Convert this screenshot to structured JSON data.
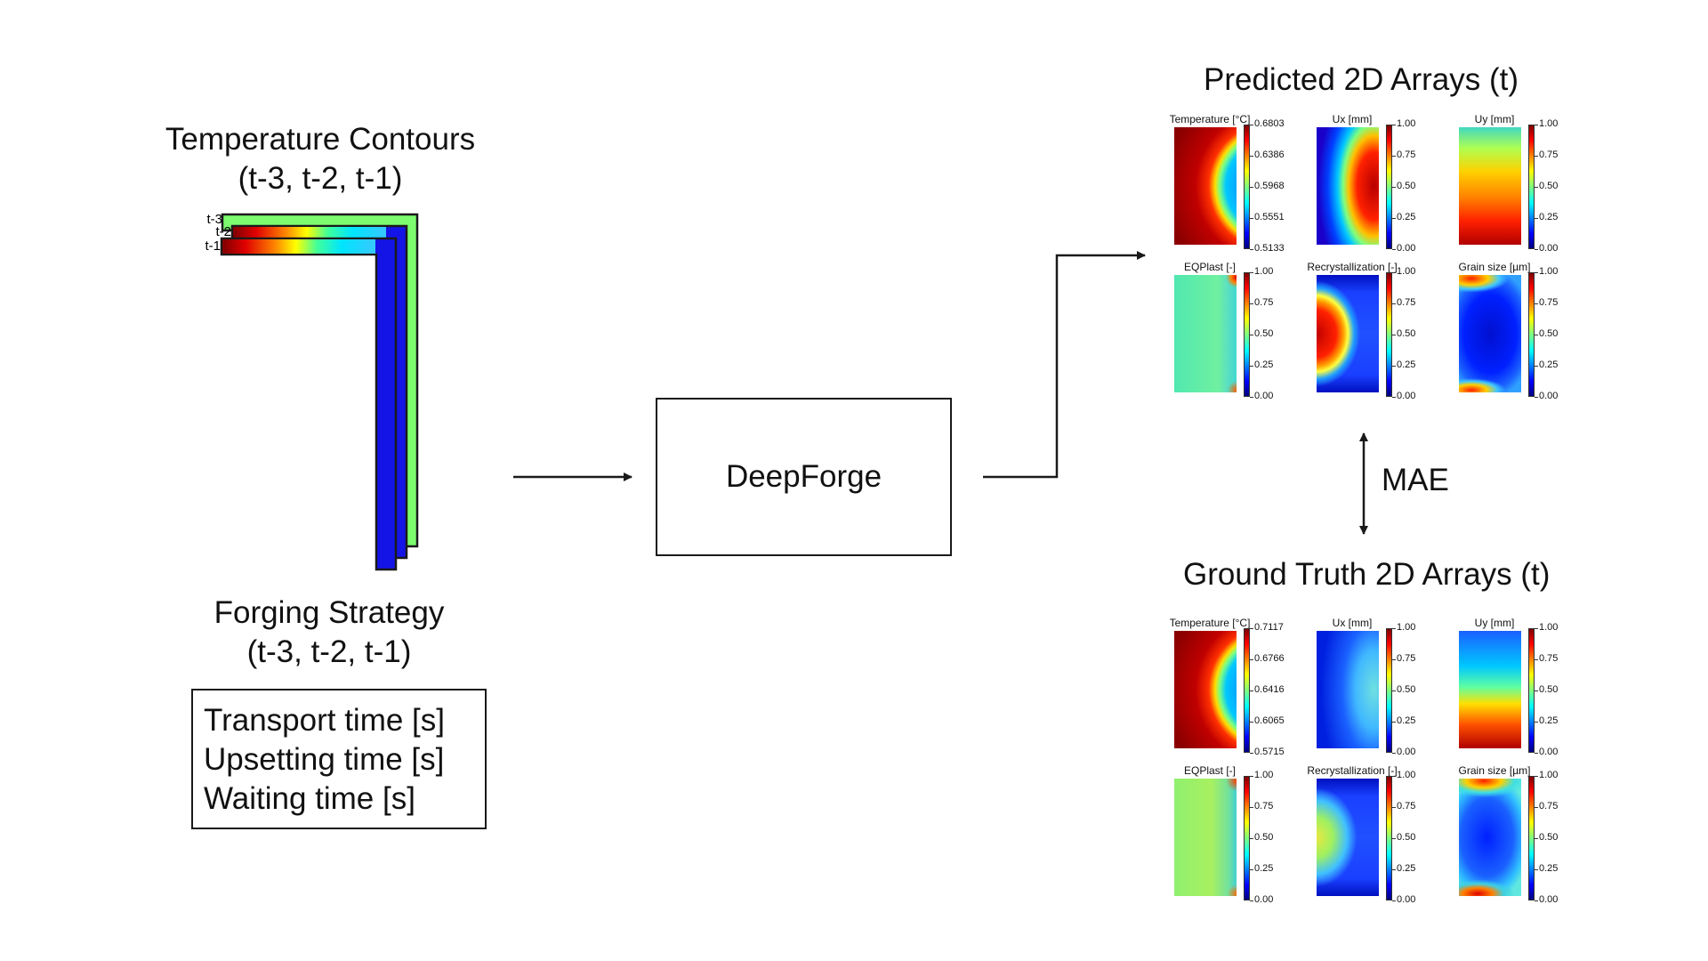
{
  "input": {
    "temp_title_line1": "Temperature Contours",
    "temp_title_line2": "(t-3, t-2, t-1)",
    "layer_labels": [
      "t-3",
      "t-2",
      "t-1"
    ],
    "forging_title_line1": "Forging Strategy",
    "forging_title_line2": "(t-3, t-2, t-1)",
    "forging_params": [
      "Transport time [s]",
      "Upsetting time [s]",
      "Waiting time [s]"
    ]
  },
  "model": {
    "label": "DeepForge"
  },
  "comparison": {
    "label": "MAE"
  },
  "colors": {
    "stroke": "#1a1a1a",
    "green_layer": "#7cfc6e",
    "blue_edge": "#1414e6"
  },
  "predicted": {
    "title": "Predicted 2D Arrays (t)",
    "panels": [
      {
        "title": "Temperature [°C]",
        "ticks": [
          "0.6803",
          "0.6386",
          "0.5968",
          "0.5551",
          "0.5133"
        ],
        "pattern": "temp"
      },
      {
        "title": "Ux [mm]",
        "ticks": [
          "1.00",
          "0.75",
          "0.50",
          "0.25",
          "0.00"
        ],
        "pattern": "ux"
      },
      {
        "title": "Uy [mm]",
        "ticks": [
          "1.00",
          "0.75",
          "0.50",
          "0.25",
          "0.00"
        ],
        "pattern": "uy-pred"
      },
      {
        "title": "EQPlast [-]",
        "ticks": [
          "1.00",
          "0.75",
          "0.50",
          "0.25",
          "0.00"
        ],
        "pattern": "eq-pred"
      },
      {
        "title": "Recrystallization [-]",
        "ticks": [
          "1.00",
          "0.75",
          "0.50",
          "0.25",
          "0.00"
        ],
        "pattern": "rx-pred"
      },
      {
        "title": "Grain size [µm]",
        "ticks": [
          "1.00",
          "0.75",
          "0.50",
          "0.25",
          "0.00"
        ],
        "pattern": "gs-pred"
      }
    ]
  },
  "ground_truth": {
    "title": "Ground Truth 2D Arrays (t)",
    "panels": [
      {
        "title": "Temperature [°C]",
        "ticks": [
          "0.7117",
          "0.6766",
          "0.6416",
          "0.6065",
          "0.5715"
        ],
        "pattern": "temp"
      },
      {
        "title": "Ux [mm]",
        "ticks": [
          "1.00",
          "0.75",
          "0.50",
          "0.25",
          "0.00"
        ],
        "pattern": "ux-gt"
      },
      {
        "title": "Uy [mm]",
        "ticks": [
          "1.00",
          "0.75",
          "0.50",
          "0.25",
          "0.00"
        ],
        "pattern": "uy-gt"
      },
      {
        "title": "EQPlast [-]",
        "ticks": [
          "1.00",
          "0.75",
          "0.50",
          "0.25",
          "0.00"
        ],
        "pattern": "eq-gt"
      },
      {
        "title": "Recrystallization [-]",
        "ticks": [
          "1.00",
          "0.75",
          "0.50",
          "0.25",
          "0.00"
        ],
        "pattern": "rx-gt"
      },
      {
        "title": "Grain size [µm]",
        "ticks": [
          "1.00",
          "0.75",
          "0.50",
          "0.25",
          "0.00"
        ],
        "pattern": "gs-gt"
      }
    ]
  }
}
